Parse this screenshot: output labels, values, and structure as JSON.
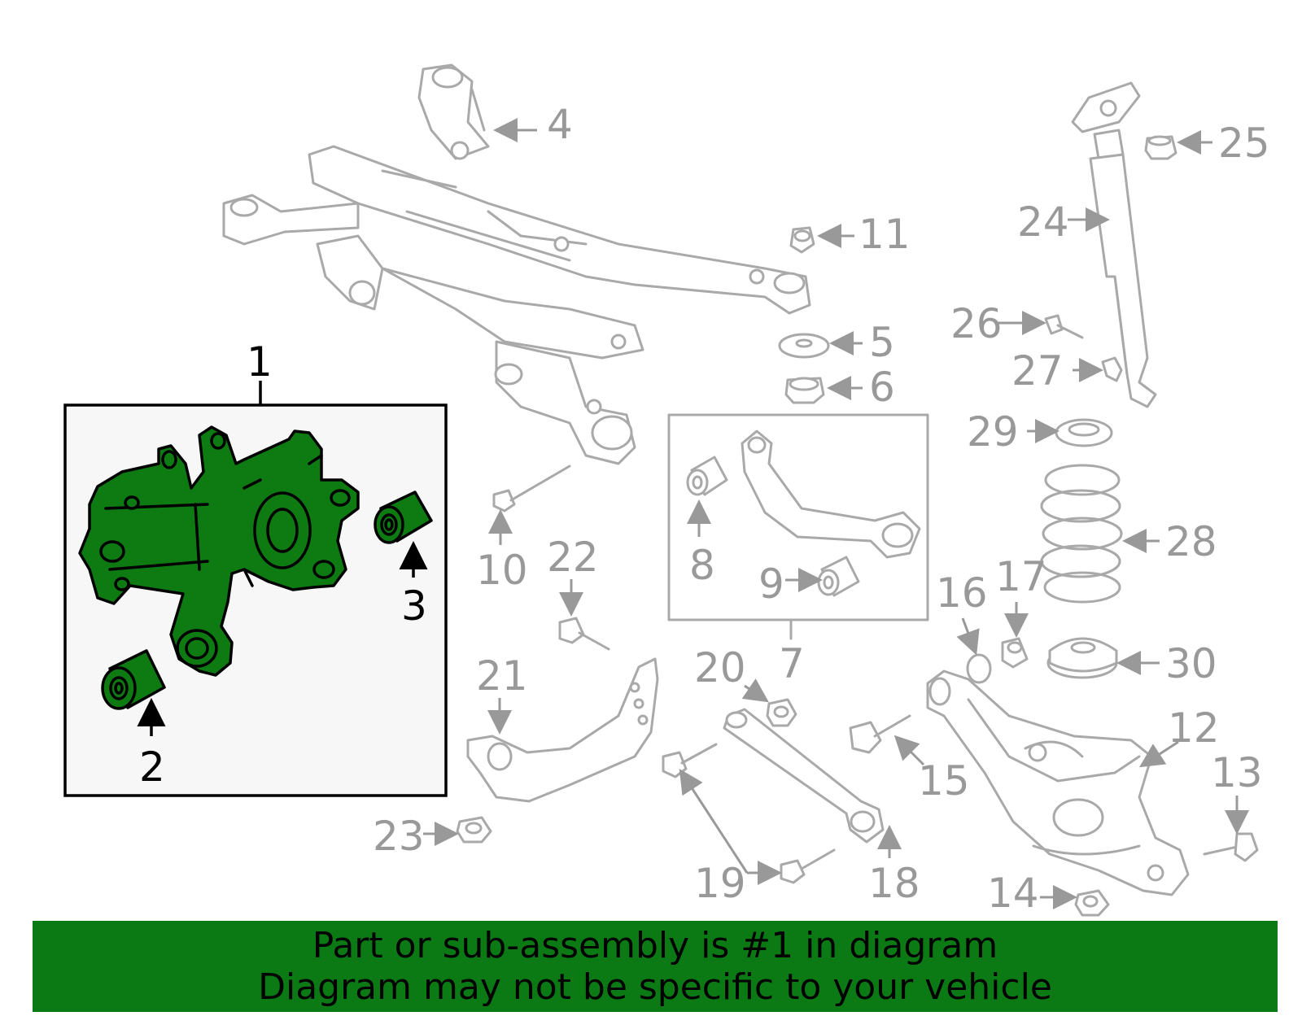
{
  "callouts": {
    "c1": "1",
    "c2": "2",
    "c3": "3",
    "c4": "4",
    "c5": "5",
    "c6": "6",
    "c7": "7",
    "c8": "8",
    "c9": "9",
    "c10": "10",
    "c11": "11",
    "c12": "12",
    "c13": "13",
    "c14": "14",
    "c15": "15",
    "c16": "16",
    "c17": "17",
    "c18": "18",
    "c19": "19",
    "c20": "20",
    "c21": "21",
    "c22": "22",
    "c23": "23",
    "c24": "24",
    "c25": "25",
    "c26": "26",
    "c27": "27",
    "c28": "28",
    "c29": "29",
    "c30": "30"
  },
  "banner": {
    "line1": "Part or sub-assembly is #1 in diagram",
    "line2": "Diagram may not be specific to your vehicle"
  },
  "colors": {
    "highlight_part": "#0e7a12",
    "banner_background": "#0b7a14",
    "inactive_line": "#a9a9a9"
  }
}
